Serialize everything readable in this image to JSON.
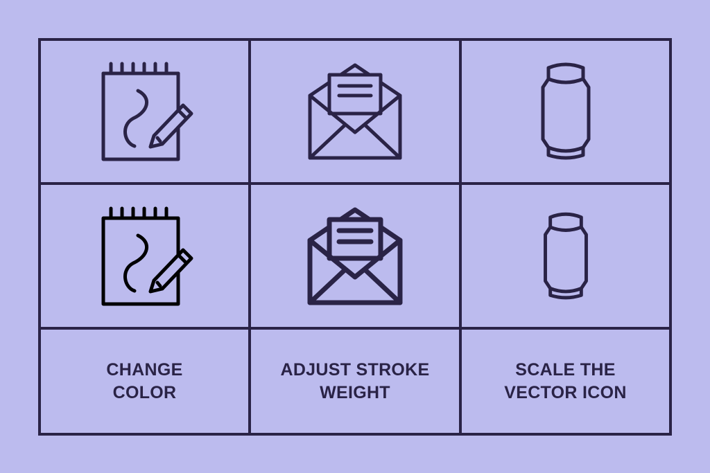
{
  "colors": {
    "background": "#bcbbee",
    "stroke": "#2a2346",
    "black": "#000000"
  },
  "icons": {
    "row1": [
      "notepad-pencil-icon",
      "open-envelope-icon",
      "soda-can-icon"
    ],
    "row2": [
      "notepad-pencil-icon",
      "open-envelope-icon",
      "soda-can-icon"
    ]
  },
  "captions": {
    "change_color_line1": "CHANGE",
    "change_color_line2": "COLOR",
    "adjust_stroke_line1": "ADJUST STROKE",
    "adjust_stroke_line2": "WEIGHT",
    "scale_icon_line1": "SCALE THE",
    "scale_icon_line2": "VECTOR ICON"
  }
}
